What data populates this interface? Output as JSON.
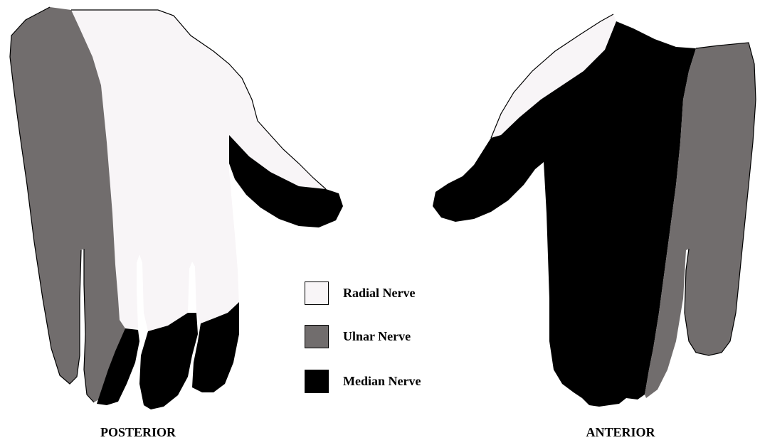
{
  "views": {
    "posterior": "POSTERIOR",
    "anterior": "ANTERIOR"
  },
  "legend": [
    {
      "label": "Radial Nerve",
      "color": "#f8f5f7"
    },
    {
      "label": "Ulnar Nerve",
      "color": "#716d6d"
    },
    {
      "label": "Median Nerve",
      "color": "#000000"
    }
  ],
  "colors": {
    "radial": "#f8f5f7",
    "ulnar": "#716d6d",
    "median": "#000000",
    "outline": "#000000"
  }
}
